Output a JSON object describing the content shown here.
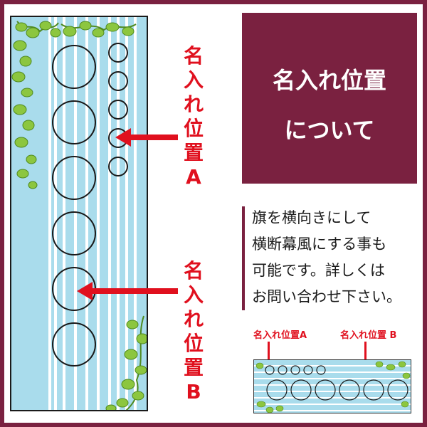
{
  "title_box": {
    "line1": "名入れ位置",
    "line2": "について",
    "bg_color": "#7a2140"
  },
  "label_a": {
    "chars": [
      "名",
      "入",
      "れ",
      "位",
      "置",
      "A"
    ]
  },
  "label_b": {
    "chars": [
      "名",
      "入",
      "れ",
      "位",
      "置",
      "B"
    ]
  },
  "description": {
    "lines": [
      "旗を横向きにして",
      "横断幕風にする事も",
      "可能です。詳しくは",
      "お問い合わせ下さい。"
    ]
  },
  "mini_preview": {
    "label_a": "名入れ位置A",
    "label_b": "名入れ位置 B"
  },
  "colors": {
    "accent": "#e0101e",
    "flag_blue": "#a9dcec",
    "frame": "#7a2140"
  }
}
